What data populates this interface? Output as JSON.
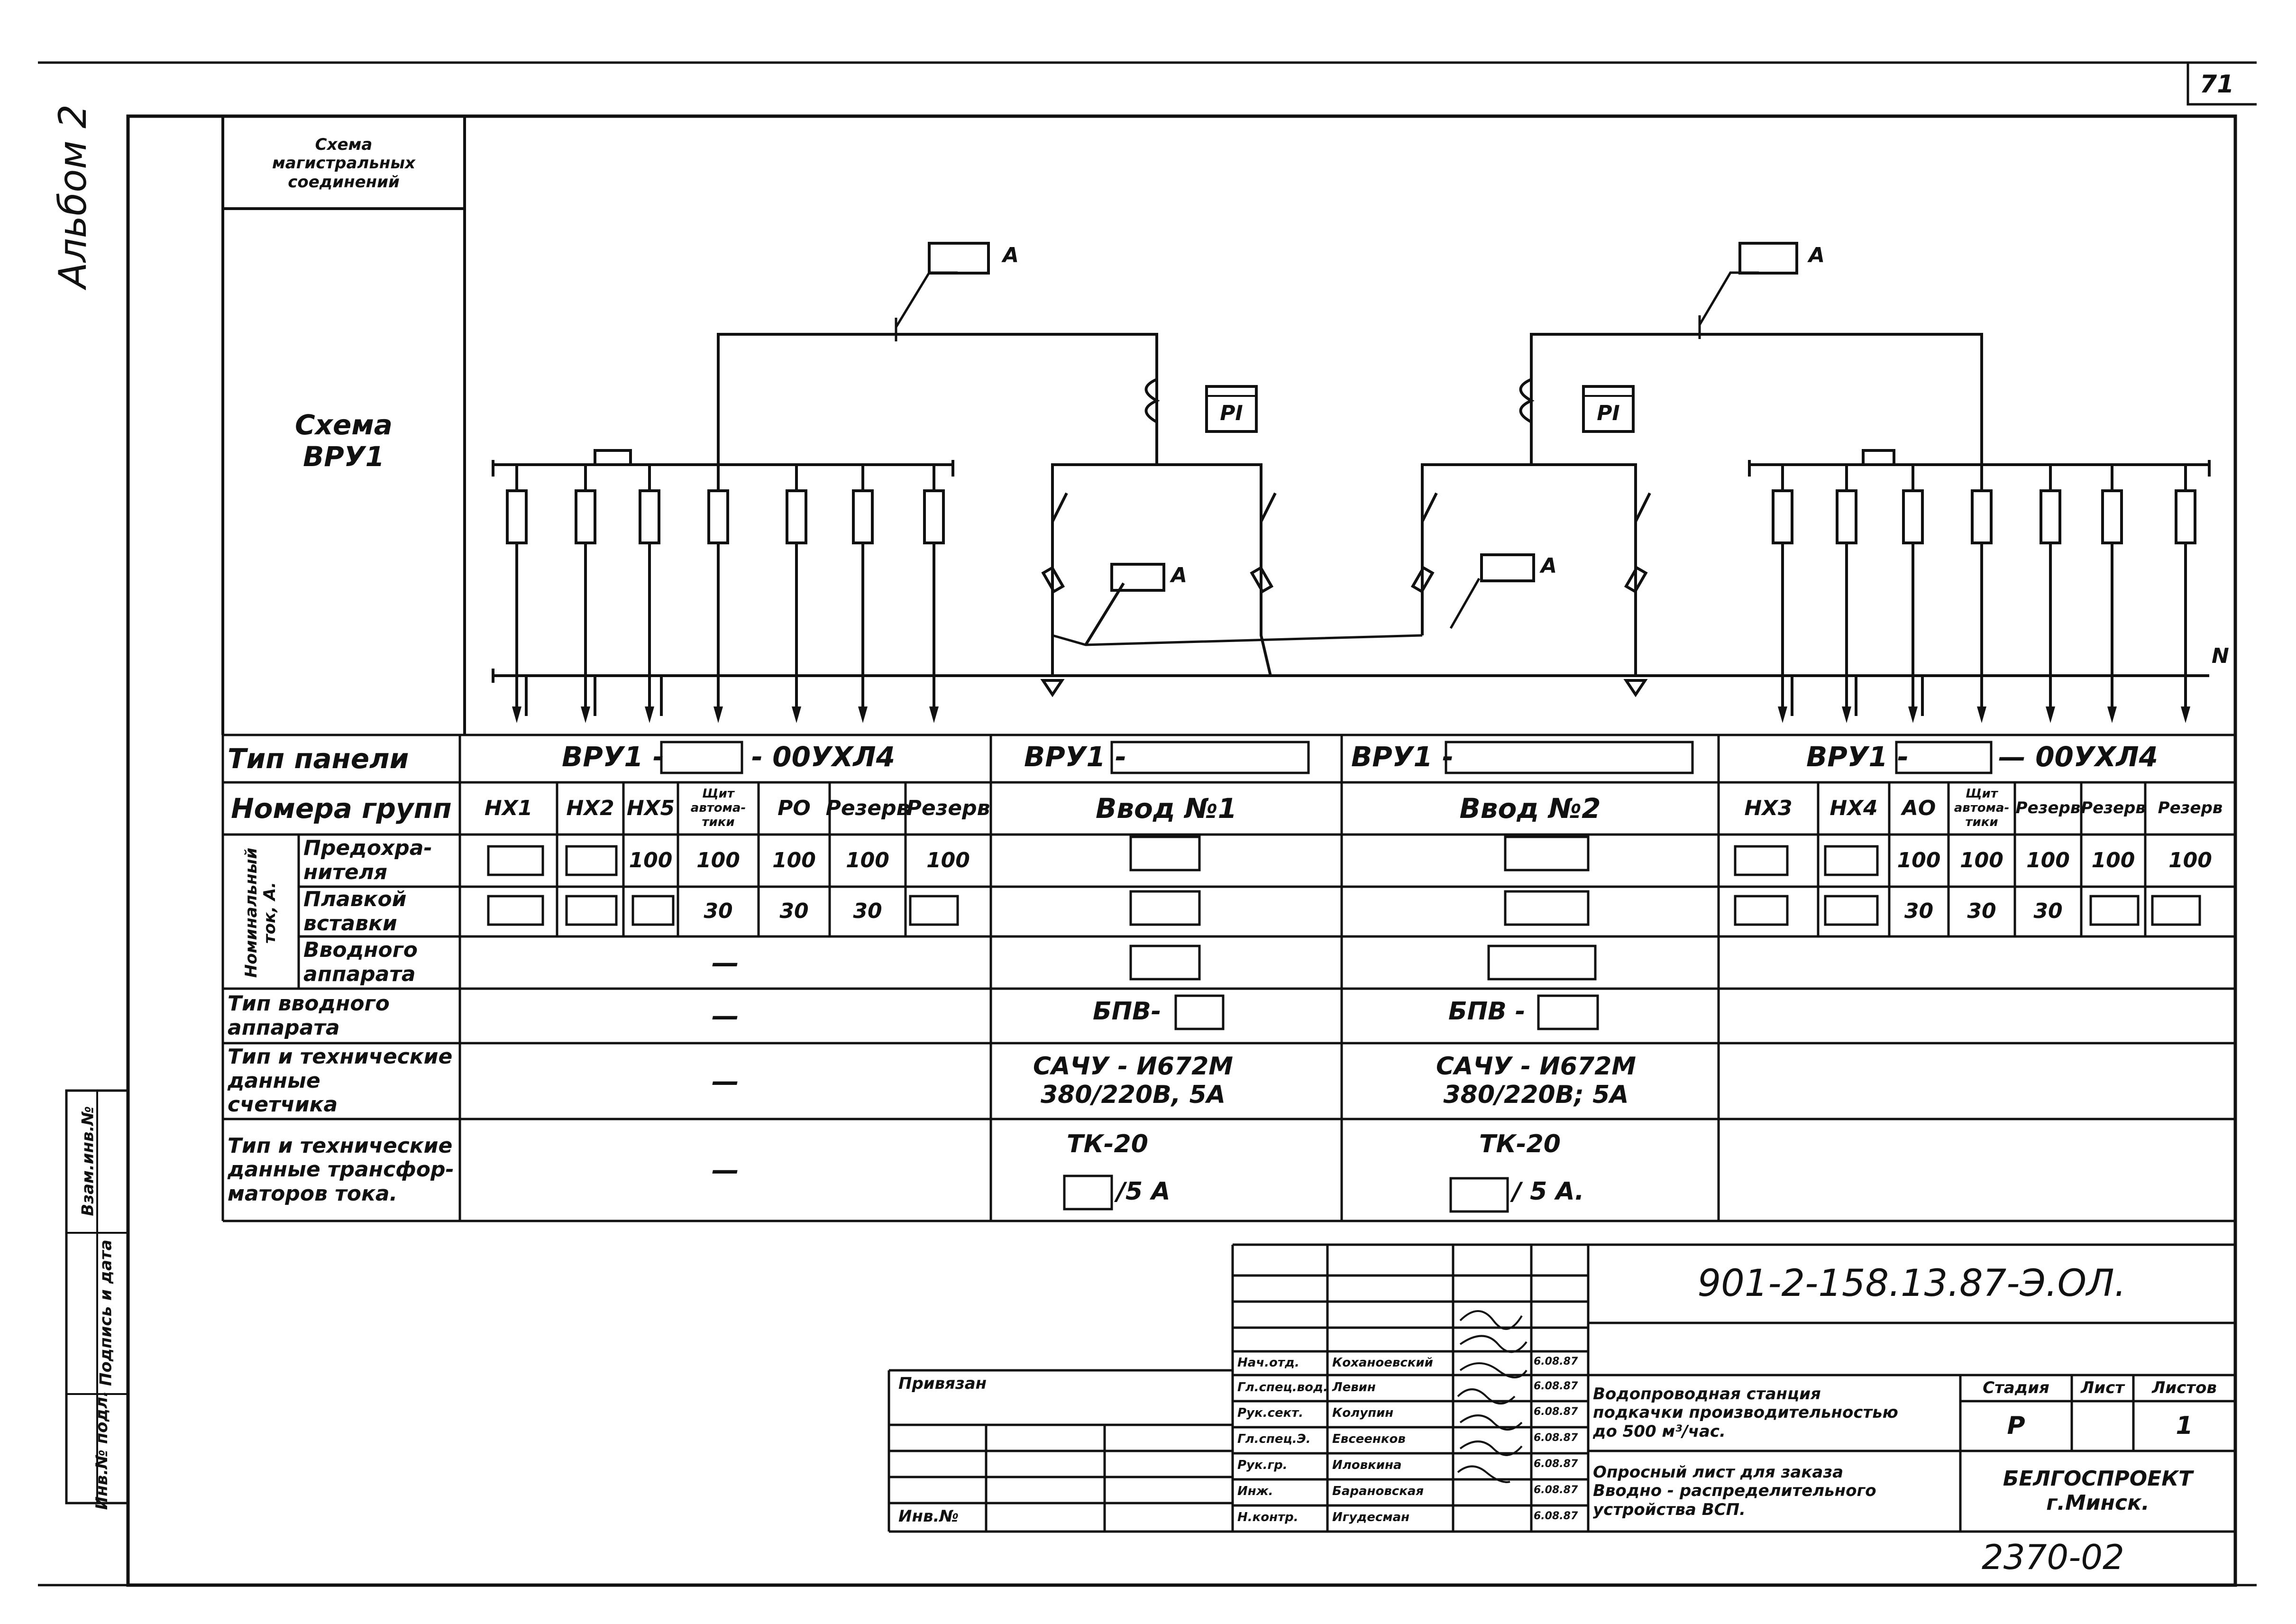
{
  "sheet": {
    "page_number": "71",
    "album_label": "Альбом 2",
    "side_stamps": [
      "Взам.инв.№",
      "Подпись и дата",
      "Инв.№ подл."
    ]
  },
  "left_column": {
    "wiring_label": "Схема\nмагистральных\nсоединений",
    "schema_label": "Схема\nВРУ1"
  },
  "diagram": {
    "labels": {
      "ammeter": "A",
      "counter": "PI",
      "terminal": "N"
    }
  },
  "table": {
    "row_labels": {
      "panel_type": "Тип панели",
      "group_numbers": "Номера групп",
      "nominal": "Номинальный\nток, А.",
      "fuses": "Предохра-\nнителя",
      "inserts": "Плавкой\nвставки",
      "input_device": "Вводного\nаппарата",
      "input_device_type": "Тип вводного\nаппарата",
      "meter_type": "Тип и технические\nданные\nсчетчика",
      "ct_type": "Тип и технические\nданные трансфор-\nматоров тока."
    },
    "panel_types": {
      "left_prefix": "ВРУ1 -",
      "left_suffix": "- 00УХЛ4",
      "input1_prefix": "ВРУ1 -",
      "input2_prefix": "ВРУ1 -",
      "right_prefix": "ВРУ1 -",
      "right_suffix": "— 00УХЛ4"
    },
    "left_groups": [
      "НХ1",
      "НХ2",
      "НХ5",
      "Щит\nавтома-\nтики",
      "РО",
      "Резерв",
      "Резерв"
    ],
    "left_fuses": [
      "",
      "",
      "100",
      "100",
      "100",
      "100",
      "100"
    ],
    "left_inserts": [
      "",
      "",
      "",
      "30",
      "30",
      "30",
      ""
    ],
    "input1": {
      "group": "Ввод №1",
      "device_type": "БПВ-",
      "meter": "САЧУ - И672М\n380/220В, 5А",
      "ct": "ТК-20",
      "ct_ratio": "/5 А"
    },
    "input2": {
      "group": "Ввод №2",
      "device_type": "БПВ -",
      "meter": "САЧУ - И672М\n380/220В; 5А",
      "ct": "ТК-20",
      "ct_ratio": "/ 5 А."
    },
    "right_groups": [
      "НХ3",
      "НХ4",
      "АО",
      "Щит\nавтома-\nтики",
      "Резерв",
      "Резерв",
      "Резерв"
    ],
    "right_fuses": [
      "",
      "",
      "100",
      "100",
      "100",
      "100",
      "100"
    ],
    "right_inserts": [
      "",
      "",
      "30",
      "30",
      "30",
      "",
      ""
    ],
    "dash": "—"
  },
  "title_block": {
    "doc_code": "901-2-158.13.87-Э.ОЛ.",
    "binding_label": "Привязан",
    "inv_label": "Инв.№",
    "roles": [
      "Нач.отд.",
      "Гл.спец.вод.",
      "Рук.сект.",
      "Гл.спец.Э.",
      "Рук.гр.",
      "Инж.",
      "Н.контр."
    ],
    "names": [
      "Коханоевский",
      "Левин",
      "Колупин",
      "Евсеенков",
      "Иловкина",
      "Барановская",
      "Игудесман"
    ],
    "dates": [
      "6.08.87",
      "6.08.87",
      "6.08.87",
      "6.08.87",
      "6.08.87",
      "6.08.87",
      "6.08.87"
    ],
    "project_title": "Водопроводная станция\nподкачки производительностью\nдо 500 м³/час.",
    "sheet_title": "Опросный лист для заказа\nВводно - распределительного\nустройства ВСП.",
    "stage_label": "Стадия",
    "sheet_label": "Лист",
    "sheets_label": "Листов",
    "stage_value": "Р",
    "sheet_value": "",
    "sheets_value": "1",
    "organization": "БЕЛГОСПРОЕКТ\nг.Минск.",
    "archive_number": "2370-02"
  }
}
